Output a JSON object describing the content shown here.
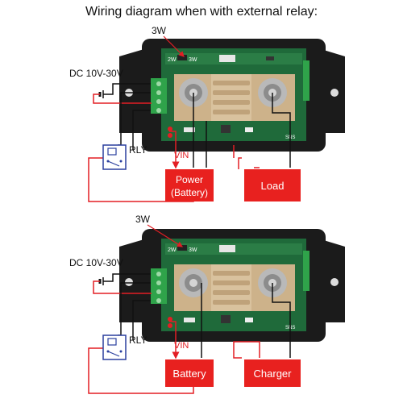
{
  "title": "Wiring diagram when with external relay:",
  "top": {
    "power_3w_label": "3W",
    "dc_label": "DC 10V-30V",
    "rly_label": "RLY",
    "vin_label": "VIN",
    "box_left_line1": "Power",
    "box_left_line2": "(Battery)",
    "box_right": "Load",
    "pcb_2w": "2W",
    "pcb_3w": "3W",
    "pcb_sns": "SNS"
  },
  "bottom": {
    "power_3w_label": "3W",
    "dc_label": "DC 10V-30V",
    "rly_label": "RLY",
    "vin_label": "VIN",
    "box_left": "Battery",
    "box_right": "Charger",
    "pcb_2w": "2W",
    "pcb_3w": "3W",
    "pcb_sns": "SNS"
  },
  "colors": {
    "wire_red": "#e31e24",
    "wire_black": "#111111",
    "box_fill": "#e8211f",
    "relay_blue": "#2a3f9e",
    "pcb_green": "#1f6a3a",
    "enclosure": "#1b1b1b",
    "shunt": "#cdb28a"
  }
}
